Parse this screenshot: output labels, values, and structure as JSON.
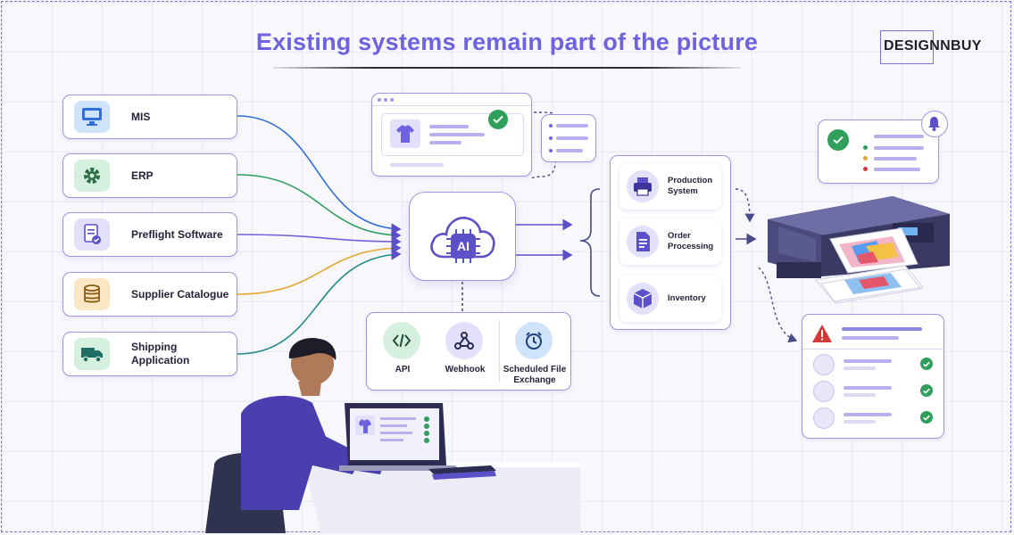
{
  "header": {
    "title": "Existing systems remain part of the picture",
    "logo_text": "DESIGNNBUY"
  },
  "sources": [
    {
      "label": "MIS",
      "icon": "monitor-icon",
      "color": "#cfe3fb"
    },
    {
      "label": "ERP",
      "icon": "gear-icon",
      "color": "#d6f0e0"
    },
    {
      "label": "Preflight Software",
      "icon": "document-check-icon",
      "color": "#e2e0fb"
    },
    {
      "label": "Supplier Catalogue",
      "icon": "database-icon",
      "color": "#fbe7c4"
    },
    {
      "label": "Shipping Application",
      "icon": "truck-icon",
      "color": "#d6f0e0"
    }
  ],
  "hub": {
    "label": "AI",
    "icon": "ai-cloud-icon"
  },
  "integrations": [
    {
      "label": "API",
      "icon": "code-icon"
    },
    {
      "label": "Webhook",
      "icon": "webhook-icon"
    },
    {
      "label": "Scheduled File Exchange",
      "icon": "clock-icon"
    }
  ],
  "processes": [
    {
      "label": "Production System",
      "icon": "printer-icon"
    },
    {
      "label": "Order Processing",
      "icon": "document-icon"
    },
    {
      "label": "Inventory",
      "icon": "box-icon"
    }
  ],
  "colors": {
    "accent": "#6f62e0",
    "border": "#9c97e3",
    "line_blue": "#2f6fd6",
    "line_green": "#2f9f5c",
    "line_purple": "#7b5fd6",
    "line_orange": "#e3a72f",
    "line_teal": "#1f8a8a",
    "success": "#2f9f5c",
    "alert": "#d23a3a"
  }
}
